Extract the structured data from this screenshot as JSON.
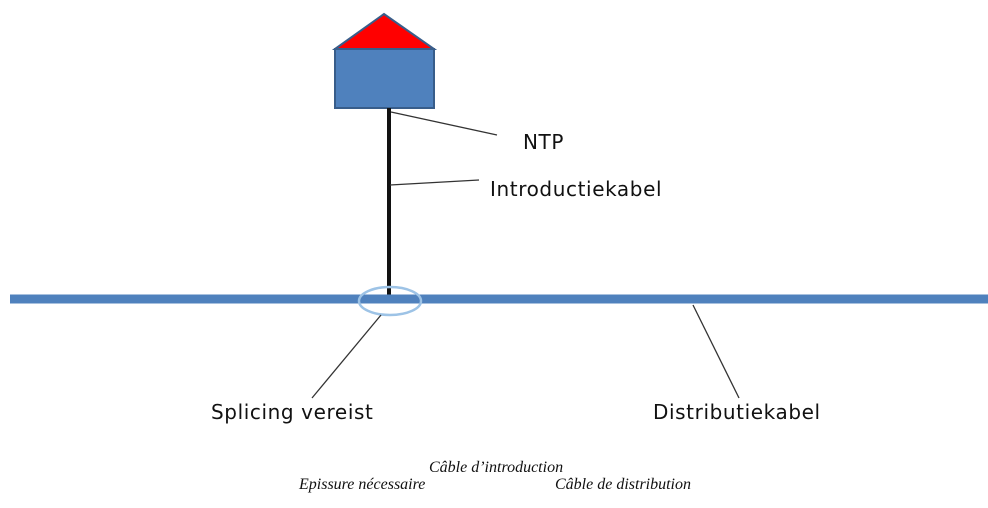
{
  "diagram": {
    "labels": {
      "ntp": "NTP",
      "introductiekabel": "Introductiekabel",
      "splicing": "Splicing vereist",
      "distributiekabel": "Distributiekabel"
    },
    "captions": {
      "cable_intro": "Câble d’introduction",
      "splice_needed": "Epissure nécessaire",
      "cable_distribution": "Câble de distribution"
    },
    "colors": {
      "roof": "#ff0000",
      "house_body": "#4f81bd",
      "house_outline": "#385d8a",
      "distribution_cable": "#4f81bd",
      "splice_ring": "#9dc3e6",
      "drop_cable": "#111111",
      "leader_lines": "#333333"
    }
  }
}
